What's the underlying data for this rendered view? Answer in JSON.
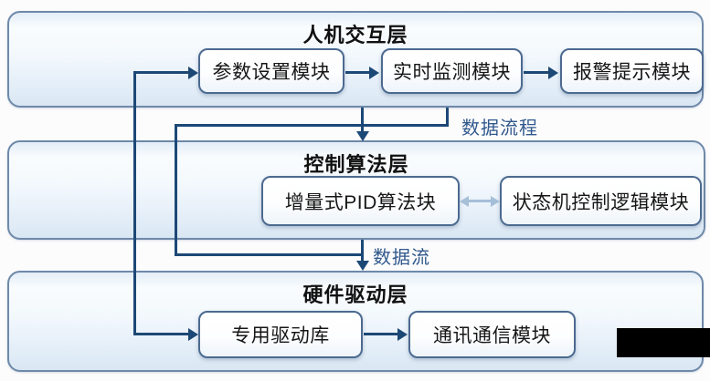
{
  "diagram": {
    "layers": [
      {
        "title": "人机交互层",
        "modules": [
          "参数设置模块",
          "实时监测模块",
          "报警提示模块"
        ]
      },
      {
        "title": "控制算法层",
        "modules": [
          "增量式PID算法块",
          "状态机控制逻辑模块"
        ]
      },
      {
        "title": "硬件驱动层",
        "modules": [
          "专用驱动库",
          "通讯通信模块"
        ]
      }
    ],
    "flow_labels": {
      "l1_l2": "数据流程",
      "l2_l3": "数据流"
    },
    "colors": {
      "arrow": "#1c4876",
      "light_arrow": "#a6bfd8",
      "container_border": "#6e89a9",
      "container_fill": "#e7f0f9",
      "box_border": "#4c6a90",
      "box_fill": "#ffffff",
      "edge_label_text": "#31598c",
      "title_text": "#111111",
      "redaction": "#000000"
    }
  }
}
